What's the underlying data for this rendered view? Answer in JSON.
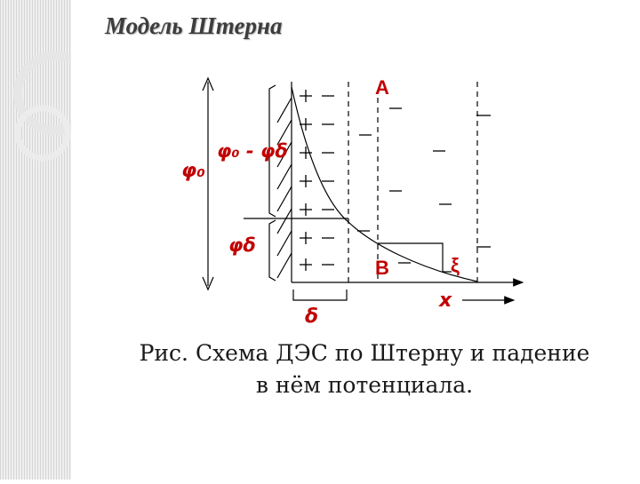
{
  "title": "Модель Штерна",
  "labels": {
    "phi0": "φ₀",
    "phi0_minus_phid": "φ₀ - φδ",
    "phid": "φδ",
    "A": "A",
    "B": "B",
    "xi": "ξ",
    "delta": "δ",
    "x": "x"
  },
  "caption": {
    "line1": "Рис. Схема ДЭС по Штерну и падение",
    "line2": "в нём потенциала."
  },
  "colors": {
    "label": "#c00000",
    "line": "#000000"
  }
}
